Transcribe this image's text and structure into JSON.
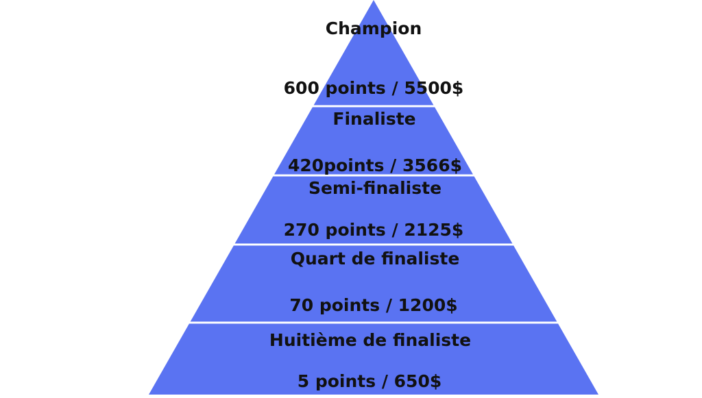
{
  "colors": {
    "fill": "#5a73f2",
    "separator": "#ffffff",
    "text": "#111111",
    "background": "#ffffff"
  },
  "levels": [
    {
      "title": "Champion",
      "detail": "600 points / 5500$"
    },
    {
      "title": "Finaliste",
      "detail": "420points / 3566$"
    },
    {
      "title": "Semi-finaliste",
      "detail": "270 points / 2125$"
    },
    {
      "title": "Quart de finaliste",
      "detail": "70 points / 1200$"
    },
    {
      "title": "Huitième de finaliste",
      "detail": "5 points / 650$"
    }
  ]
}
